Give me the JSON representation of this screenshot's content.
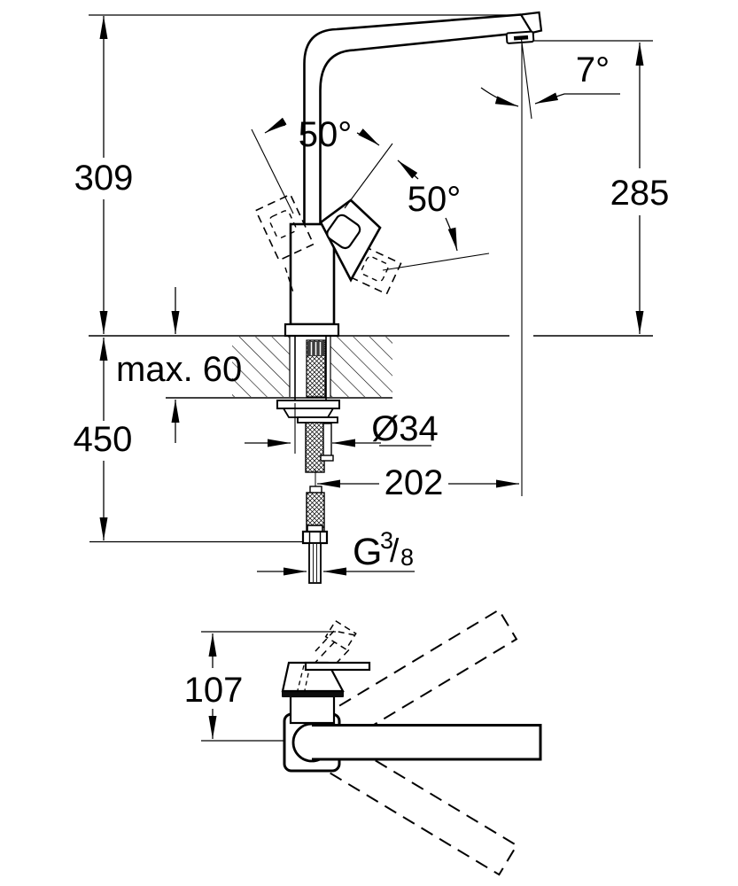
{
  "diagram": {
    "type": "technical-dimension-drawing",
    "subject": "single-lever kitchen sink mixer tap, side installation view and top swivel view",
    "units": "mm",
    "colors": {
      "ink": "#000000",
      "paper": "#ffffff"
    },
    "labels": {
      "dim_height_total": "309",
      "dim_height_below": "450",
      "dim_spout_height": "285",
      "dim_deck_thickness": "max. 60",
      "dim_hole_diameter": "Ø34",
      "dim_spout_reach": "202",
      "dim_spray_angle": "7°",
      "dim_lever_swing_left": "50°",
      "dim_lever_swing_right": "50°",
      "dim_base_depth": "107",
      "thread": {
        "prefix": "G",
        "numerator": "3",
        "slash": "/",
        "denominator": "8"
      }
    }
  }
}
